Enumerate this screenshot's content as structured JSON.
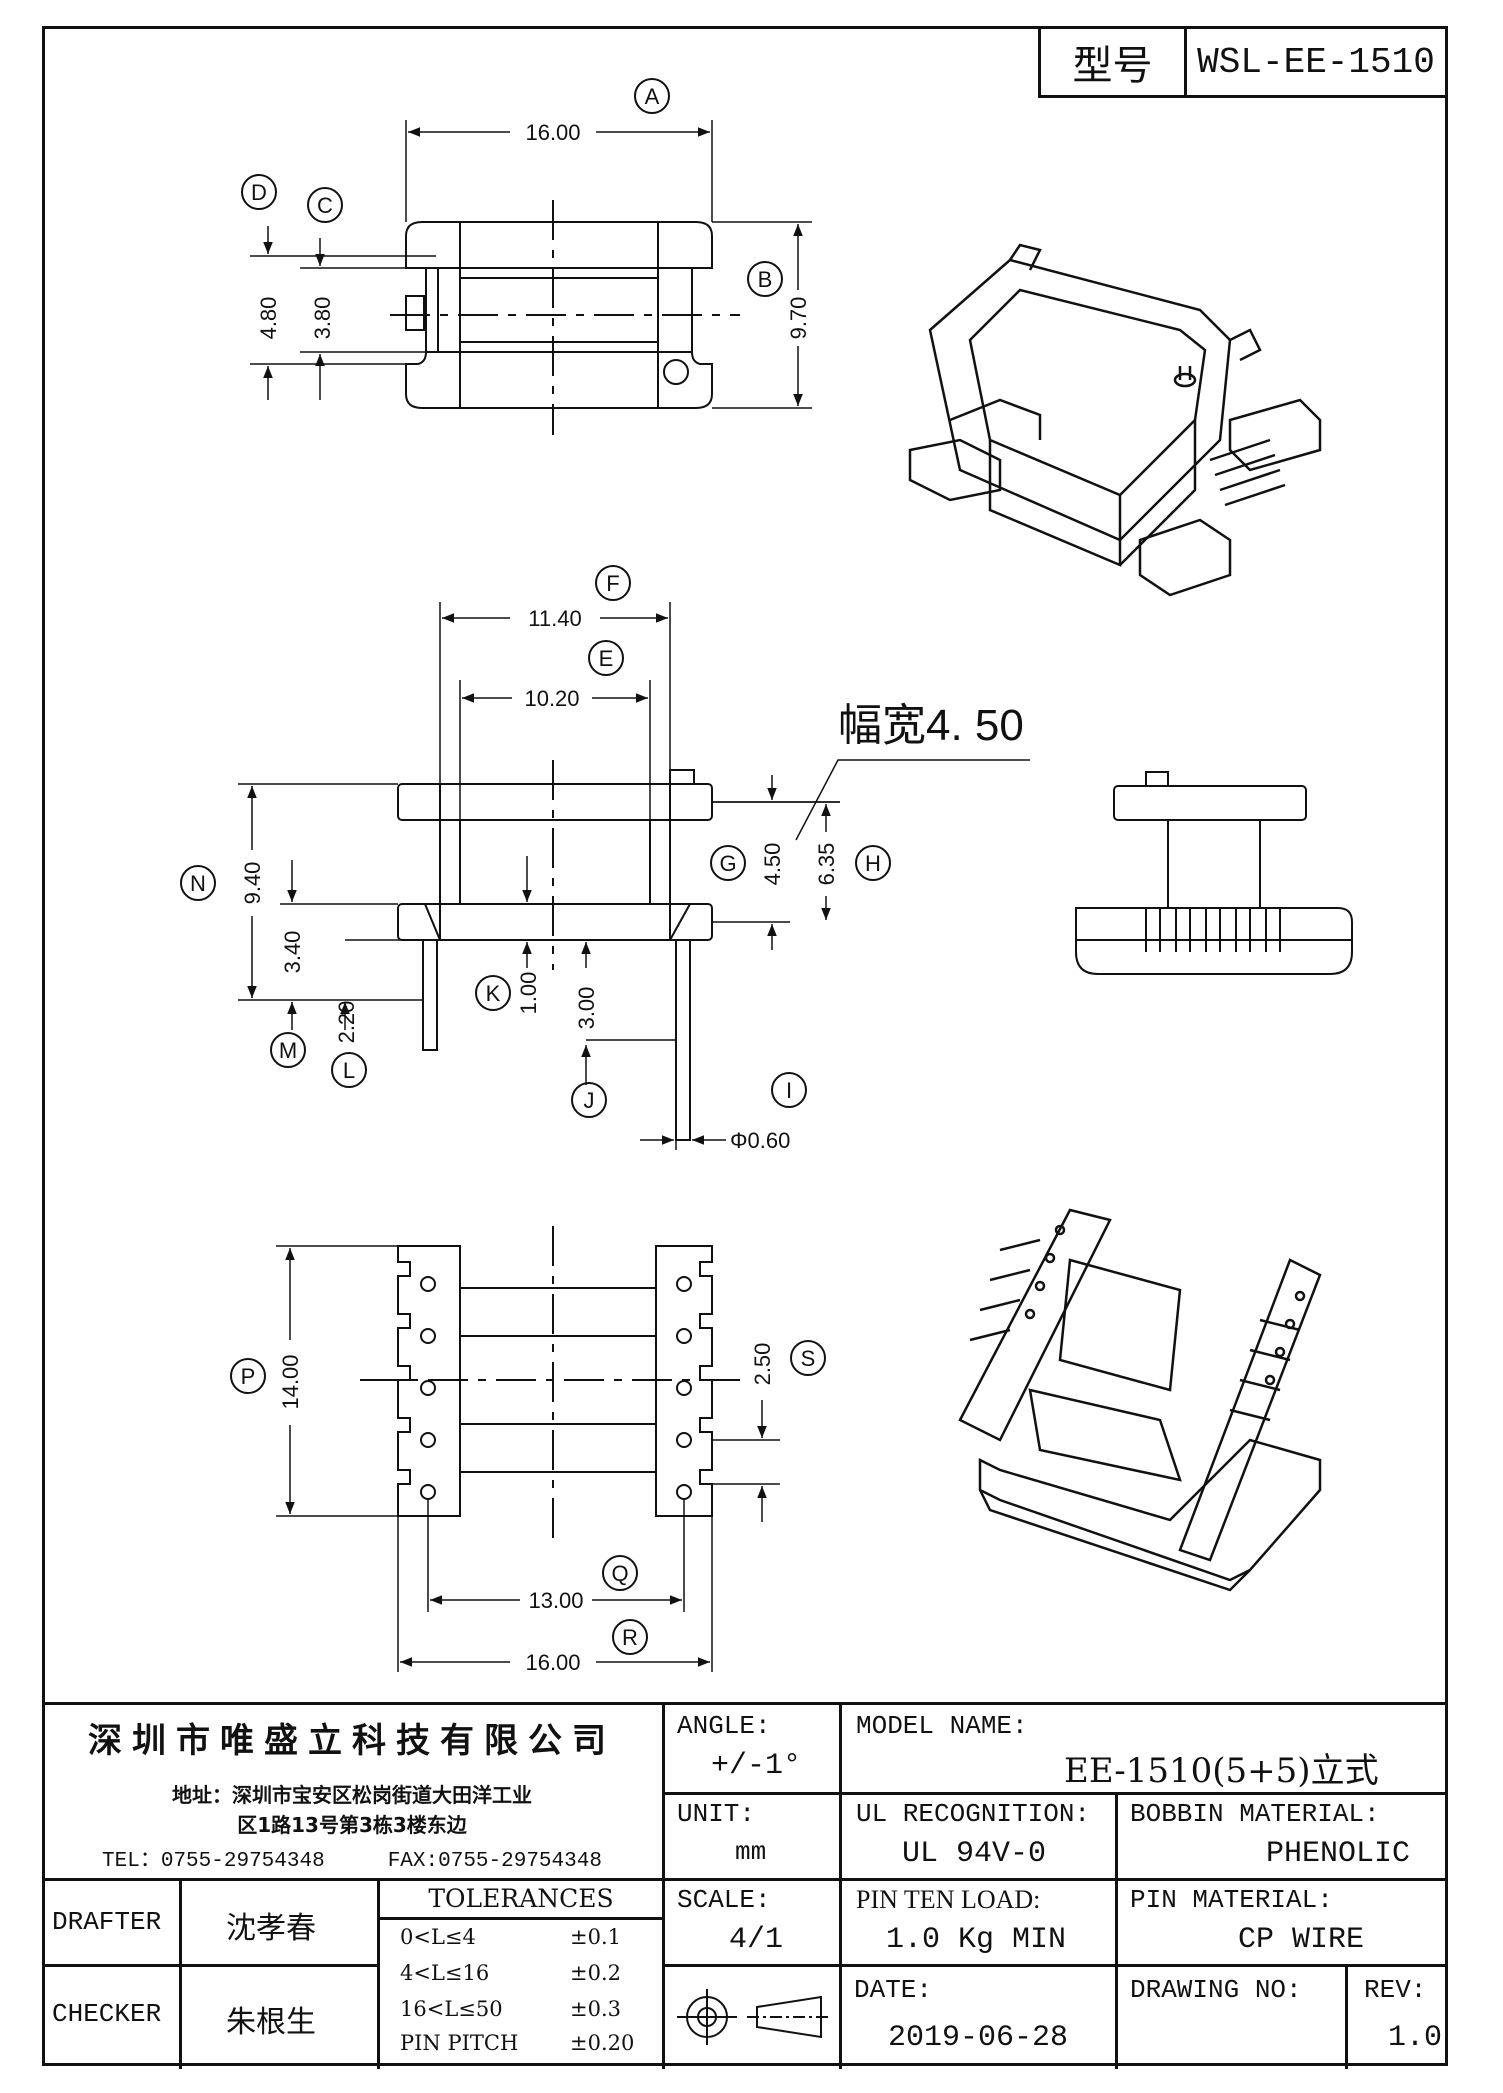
{
  "header": {
    "model_key": "型号",
    "model_value": "WSL-EE-1510"
  },
  "drawing": {
    "top_view": {
      "dim_a": "16.00",
      "dim_b": "9.70",
      "dim_c": "3.80",
      "dim_d": "4.80",
      "letters": [
        "A",
        "B",
        "C",
        "D"
      ]
    },
    "side_view": {
      "dim_f": "11.40",
      "dim_e": "10.20",
      "width_note": "幅宽4. 50",
      "dim_g": "4.50",
      "dim_h": "6.35",
      "dim_n": "9.40",
      "dim_m": "3.40",
      "dim_l": "2.20",
      "dim_k": "1.00",
      "dim_j": "3.00",
      "dim_i": "Φ0.60",
      "letters": [
        "F",
        "E",
        "G",
        "H",
        "N",
        "M",
        "L",
        "K",
        "J",
        "I"
      ]
    },
    "bottom_view": {
      "dim_p": "14.00",
      "dim_s": "2.50",
      "dim_q": "13.00",
      "dim_r": "16.00",
      "letters": [
        "P",
        "S",
        "Q",
        "R"
      ]
    }
  },
  "title_block": {
    "company": "深圳市唯盛立科技有限公司",
    "address_1": "地址：深圳市宝安区松岗街道大田洋工业",
    "address_2": "区1路13号第3栋3楼东边",
    "tel": "TEL：0755-29754348",
    "fax": "FAX:0755-29754348",
    "angle_label": "ANGLE:",
    "angle_value": "+/-1°",
    "model_name_label": "MODEL NAME:",
    "model_name_value": "EE-1510(5+5)立式",
    "unit_label": "UNIT:",
    "unit_value": "mm",
    "ul_label": "UL RECOGNITION:",
    "ul_value": "UL 94V-0",
    "bobbin_label": "BOBBIN MATERIAL:",
    "bobbin_value": "PHENOLIC",
    "drafter_label": "DRAFTER",
    "drafter_value": "沈孝春",
    "checker_label": "CHECKER",
    "checker_value": "朱根生",
    "tolerances_label": "TOLERANCES",
    "tolerances": [
      {
        "range": "0<L≤4",
        "value": "±0.1"
      },
      {
        "range": "4<L≤16",
        "value": "±0.2"
      },
      {
        "range": "16<L≤50",
        "value": "±0.3"
      },
      {
        "range": "PIN PITCH",
        "value": "±0.20"
      }
    ],
    "scale_label": "SCALE:",
    "scale_value": "4/1",
    "pin_load_label": "PIN TEN LOAD:",
    "pin_load_value": "1.0 Kg MIN",
    "pin_material_label": "PIN MATERIAL:",
    "pin_material_value": "CP WIRE",
    "date_label": "DATE:",
    "date_value": "2019-06-28",
    "drawing_no_label": "DRAWING NO:",
    "drawing_no_value": "",
    "rev_label": "REV:",
    "rev_value": "1.0"
  }
}
